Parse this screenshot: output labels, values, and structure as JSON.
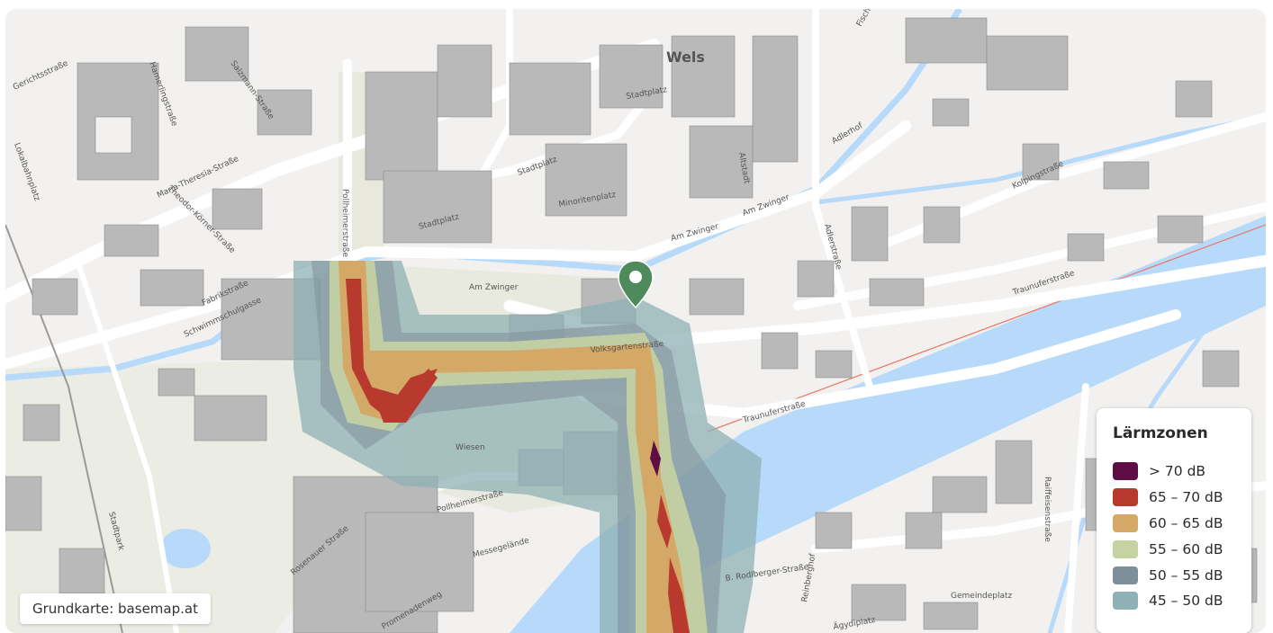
{
  "map": {
    "city_label": "Wels",
    "street_labels": [
      "Maria-Theresia-Straße",
      "Salzmann-Straße",
      "Pollheimerstraße",
      "Stadtplatz",
      "Stadtplatz",
      "Stadtplatz",
      "Am Zwinger",
      "Am Zwinger",
      "Am Zwinger",
      "Fabrikstraße",
      "Schwimmschulgasse",
      "Volksgartenstraße",
      "Traunuferstraße",
      "Traunuferstraße",
      "Kolpingstraße",
      "Adlerstraße",
      "Pollheimerstraße",
      "Messegelände",
      "Rosenauer Straße",
      "Promenadenweg",
      "B. Rodlberger-Straße",
      "Gemeindeplatz",
      "Raiffeisenstraße",
      "Fischergasse",
      "Lokalbahnplatz",
      "Gerichtsstraße",
      "Hamerlingstraße",
      "Theodor-Körner-Straße",
      "Minoritenplatz",
      "Altstadt",
      "Adlerhof",
      "Stadtpark",
      "Wiesen",
      "Ägydiplatz",
      "Reinberghof"
    ],
    "marker_icon": "location-pin-icon"
  },
  "legend": {
    "title": "Lärmzonen",
    "items": [
      {
        "label": "> 70 dB",
        "color": "#5c0e45"
      },
      {
        "label": "65 – 70 dB",
        "color": "#b83a2e"
      },
      {
        "label": "60 – 65 dB",
        "color": "#d4a867"
      },
      {
        "label": "55 – 60 dB",
        "color": "#c6d2a2"
      },
      {
        "label": "50 – 55 dB",
        "color": "#7f8f9a"
      },
      {
        "label": "45 – 50 dB",
        "color": "#8fb0b4"
      }
    ]
  },
  "attribution": "Grundkarte: basemap.at",
  "colors": {
    "river": "#b8dafa",
    "marker": "#4e8a5c",
    "building": "#b9b9b9"
  }
}
